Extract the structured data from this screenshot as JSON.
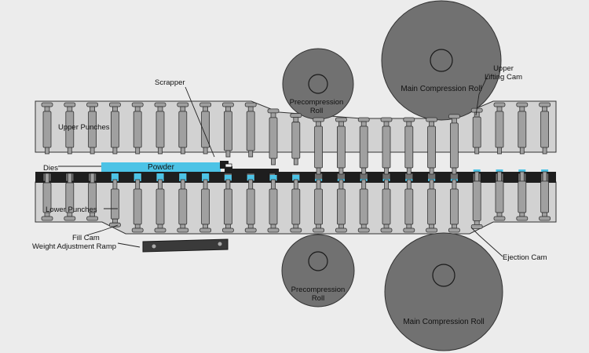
{
  "colors": {
    "background": "#ececec",
    "track": "#d2d2d2",
    "punch": "#a0a0a0",
    "punch_outline": "#333333",
    "roll": "#717171",
    "die_band": "#1e1e1e",
    "powder": "#4cc3e6",
    "ramp": "#3a3a3a"
  },
  "labels": {
    "scrapper": "Scrapper",
    "upper_punches": "Upper Punches",
    "dies": "Dies",
    "powder": "Powder",
    "lower_punches": "Lower Punches",
    "fill_cam": "Fill Cam",
    "weight_adjustment_ramp": "Weight Adjustment Ramp",
    "upper_lifting_cam_line1": "Upper",
    "upper_lifting_cam_line2": "Lifting Cam",
    "ejection_cam": "Ejection Cam"
  },
  "rolls": {
    "upper_precompression": {
      "line1": "Precompression",
      "line2": "Roll"
    },
    "lower_precompression": {
      "line1": "Precompression",
      "line2": "Roll"
    },
    "upper_main": "Main Compression Roll",
    "lower_main": "Main Compression Roll"
  }
}
